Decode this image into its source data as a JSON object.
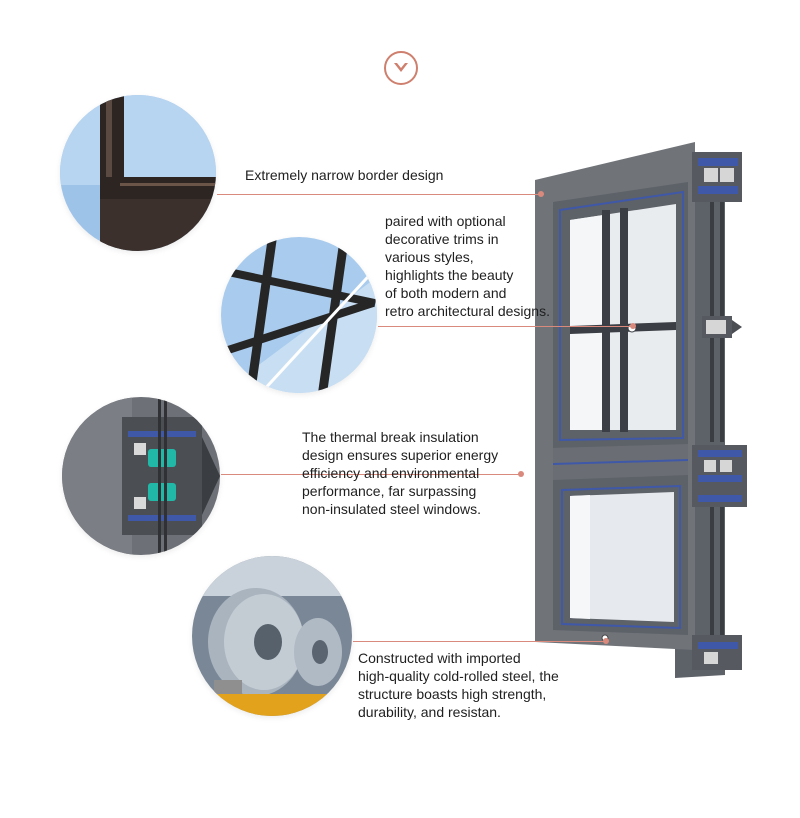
{
  "header": {
    "icon": "chevron-down-icon",
    "accent_color": "#cf7f6d"
  },
  "features": [
    {
      "id": "narrow-border",
      "icon": "window-corner-icon",
      "lines": [
        "Extremely narrow border design"
      ]
    },
    {
      "id": "decorative-trims",
      "icon": "window-grid-trim-icon",
      "lines": [
        "paired with optional",
        "decorative trims in",
        "various styles,",
        "highlights the beauty",
        "of both modern and",
        "retro architectural designs."
      ]
    },
    {
      "id": "thermal-break",
      "icon": "thermal-break-profile-icon",
      "lines": [
        "The thermal break insulation",
        "design ensures superior energy",
        "efficiency and environmental",
        "performance, far surpassing",
        "non-insulated steel windows."
      ]
    },
    {
      "id": "cold-rolled-steel",
      "icon": "steel-coil-icon",
      "lines": [
        "Constructed with imported",
        "high-quality cold-rolled steel, the",
        "structure boasts high strength,",
        "durability, and resistan."
      ]
    }
  ],
  "colors": {
    "leader_line": "#d98a7c",
    "frame_gray": "#6c7077",
    "frame_blue": "#3f58a8",
    "text": "#1f1f1f"
  }
}
